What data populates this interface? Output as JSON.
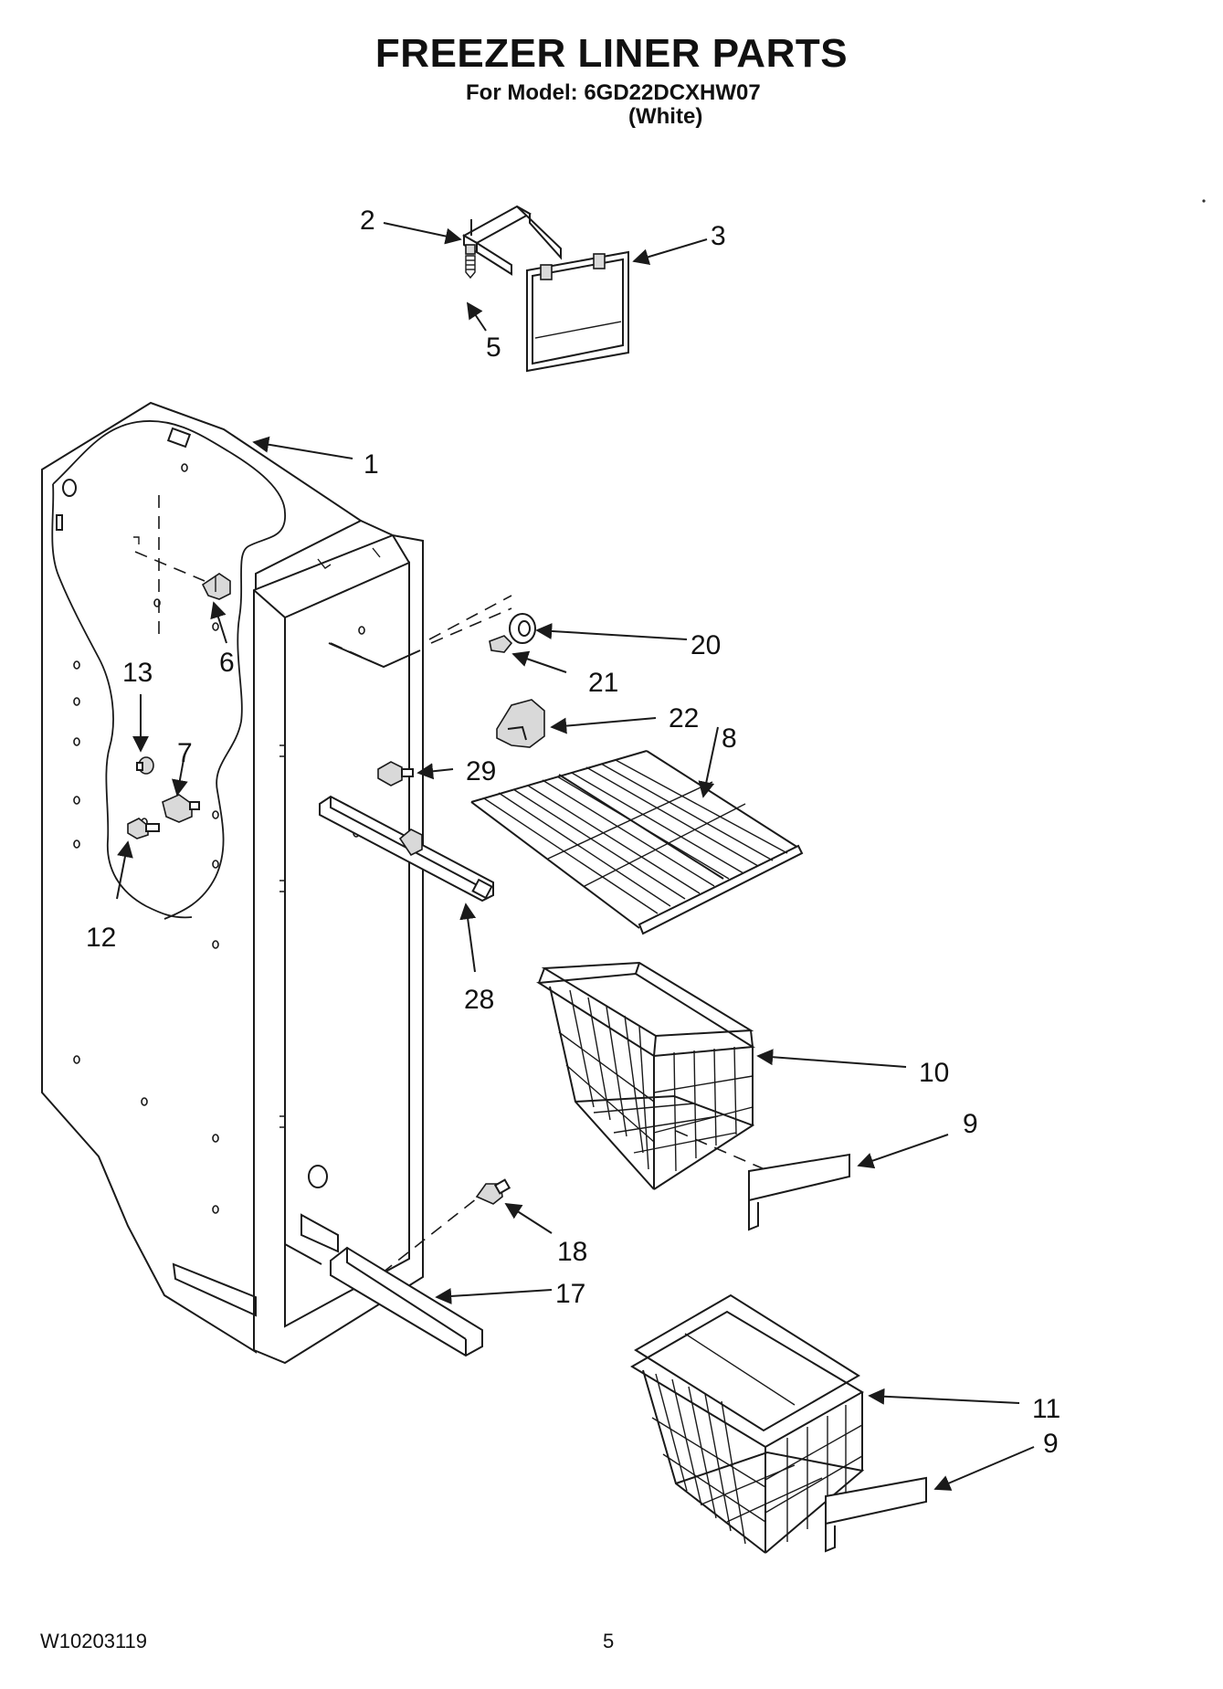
{
  "header": {
    "title": "FREEZER LINER PARTS",
    "model": "For Model: 6GD22DCXHW07",
    "variant": "(White)"
  },
  "footer": {
    "doc_number": "W10203119",
    "page_number": "5"
  },
  "callouts": {
    "c1": "1",
    "c2": "2",
    "c3": "3",
    "c5": "5",
    "c6": "6",
    "c7": "7",
    "c8": "8",
    "c9a": "9",
    "c9b": "9",
    "c10": "10",
    "c11": "11",
    "c12": "12",
    "c13": "13",
    "c17": "17",
    "c18": "18",
    "c20": "20",
    "c21": "21",
    "c22": "22",
    "c28": "28",
    "c29": "29"
  }
}
